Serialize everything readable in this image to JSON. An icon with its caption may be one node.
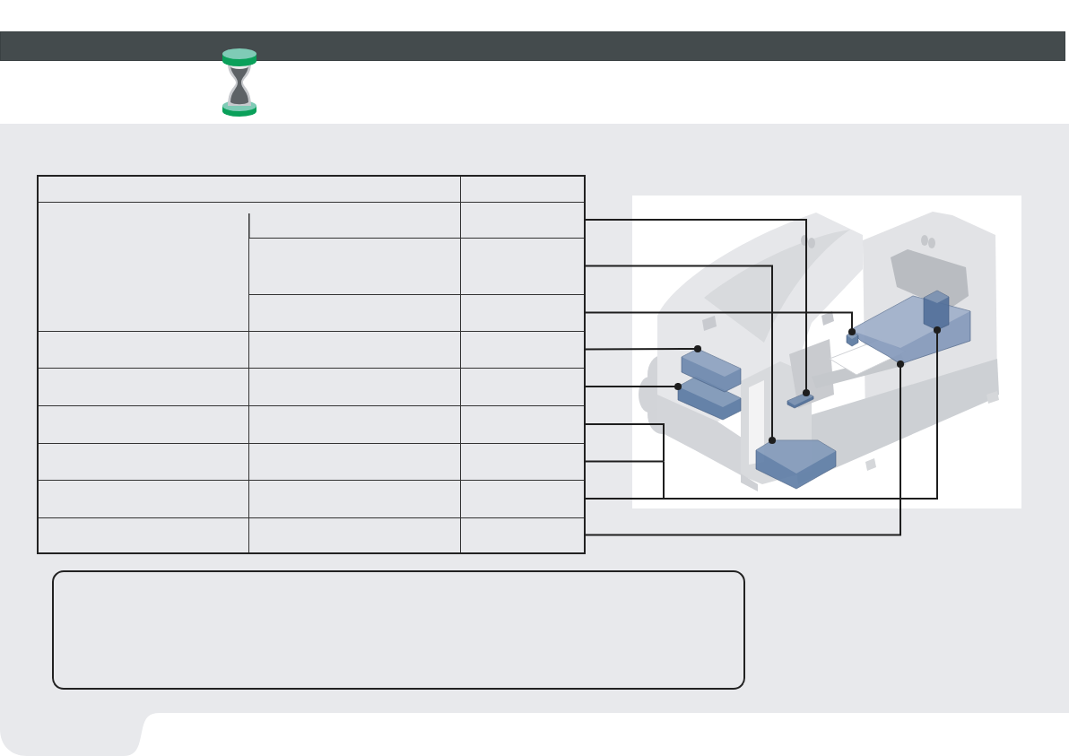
{
  "diagram": {
    "nodes": [
      {
        "text": [],
        "shape": "box"
      },
      {
        "text": [],
        "shape": "box"
      },
      {
        "text": [],
        "shape": "box"
      },
      {
        "text": [],
        "shape": "box"
      },
      {
        "text": [],
        "shape": "box"
      },
      {
        "text": [],
        "shape": "box"
      },
      {
        "text": [],
        "shape": "box"
      },
      {
        "text": [],
        "shape": "box"
      },
      {
        "text": [],
        "shape": "box"
      },
      {
        "text": [],
        "shape": "box"
      },
      {
        "text": [],
        "shape": "box"
      },
      {
        "text": [],
        "shape": "box"
      },
      {
        "text": [],
        "shape": "box"
      },
      {
        "text": [],
        "shape": "box"
      },
      {
        "text": [],
        "shape": "box"
      },
      {
        "text": [],
        "shape": "box"
      }
    ],
    "edges": [
      {
        "from": 0,
        "to": 9,
        "arrow": "other"
      },
      {
        "from": 1,
        "to": 10,
        "arrow": "other"
      },
      {
        "from": 2,
        "to": 11,
        "arrow": "other"
      },
      {
        "from": 3,
        "to": 12,
        "arrow": "other"
      },
      {
        "from": 4,
        "to": 13,
        "arrow": "other"
      },
      {
        "from": 5,
        "to": 14,
        "arrow": "other"
      },
      {
        "from": 6,
        "to": 14,
        "arrow": "other"
      },
      {
        "from": 7,
        "to": 14,
        "arrow": "other"
      },
      {
        "from": 8,
        "to": 15,
        "arrow": "other"
      }
    ]
  }
}
